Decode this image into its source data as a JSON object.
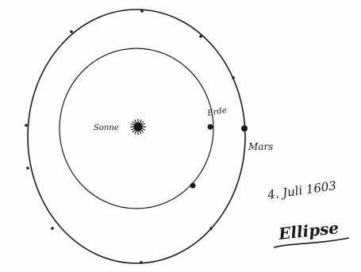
{
  "labels": {
    "sun": "Sonne",
    "earth": "Erde",
    "mars": "Mars",
    "date": "4. Juli 1603",
    "title": "Ellipse"
  },
  "colors": {
    "ink": "#1a1a1a",
    "paper": "#fdfdfd"
  }
}
